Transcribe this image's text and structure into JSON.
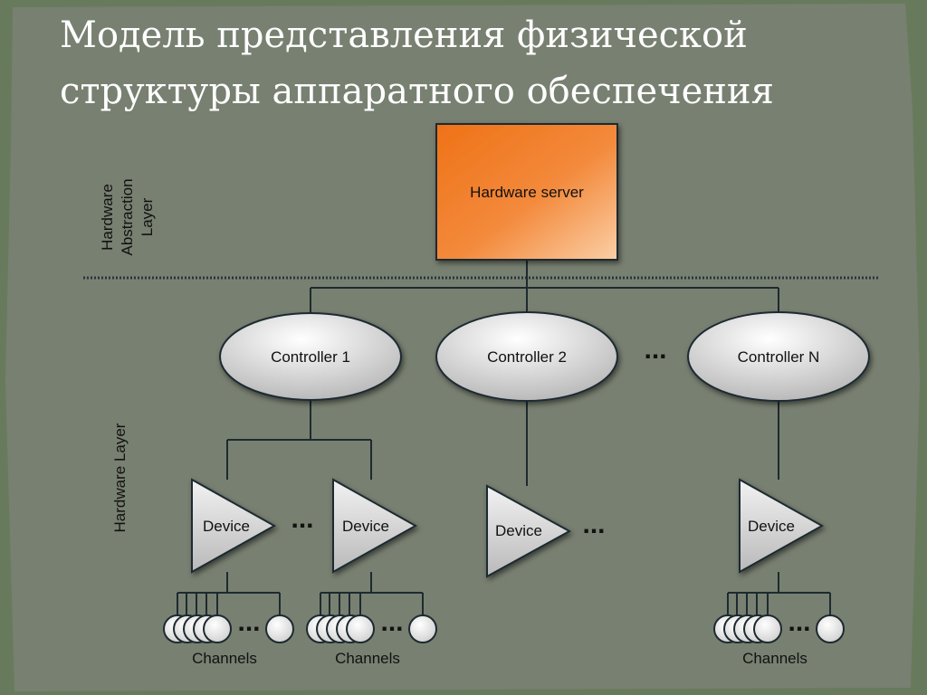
{
  "title": {
    "line1": "Модель представления физической",
    "line2": "структуры аппаратного обеспечения"
  },
  "layers": {
    "abstraction": [
      "Hardware",
      "Abstraction",
      "Layer"
    ],
    "hardware": "Hardware Layer"
  },
  "server": {
    "label": "Hardware server"
  },
  "controllers": [
    {
      "label": "Controller 1"
    },
    {
      "label": "Controller 2"
    },
    {
      "label": "Controller N"
    }
  ],
  "devices": [
    {
      "label": "Device"
    },
    {
      "label": "Device"
    },
    {
      "label": "Device"
    },
    {
      "label": "Device"
    }
  ],
  "channels": [
    {
      "label": "Channels"
    },
    {
      "label": "Channels"
    },
    {
      "label": "Channels"
    }
  ],
  "ellipsis": "...",
  "colors": {
    "background": "#6f7f62",
    "panel": "#78806f",
    "server_top": "#f07820",
    "server_bottom": "#f9c79c",
    "node_light": "#ffffff",
    "node_dark": "#bdbdbd"
  }
}
